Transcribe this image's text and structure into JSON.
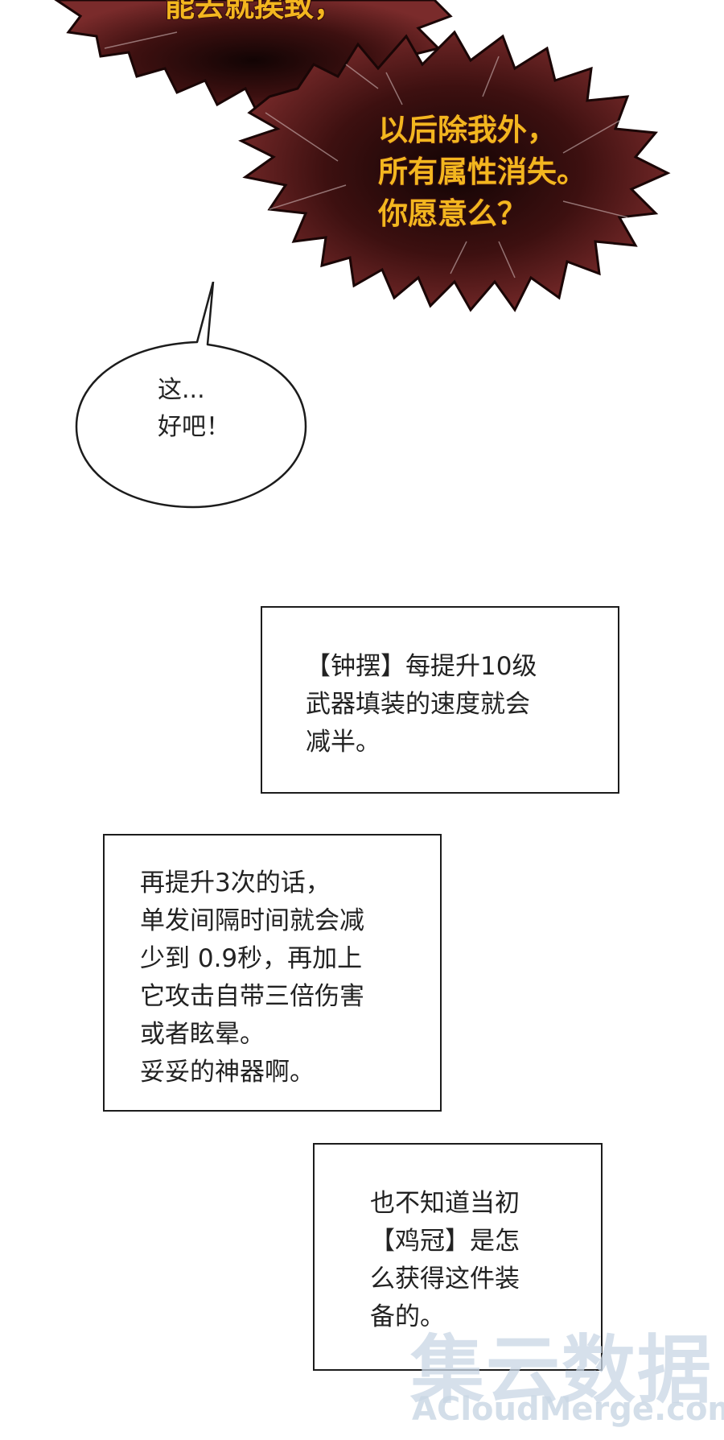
{
  "bursts": {
    "top_line": "能去就挨致，",
    "main_lines": [
      "以后除我外，",
      "所有属性消失。",
      "你愿意么？"
    ]
  },
  "speech": {
    "lines": [
      "这...",
      "好吧！"
    ]
  },
  "narration": [
    {
      "lines": [
        "【钟摆】每提升10级",
        "武器填装的速度就会",
        "减半。"
      ]
    },
    {
      "lines": [
        "再提升3次的话，",
        "单发间隔时间就会减",
        "少到 0.9秒，再加上",
        "它攻击自带三倍伤害",
        "或者眩晕。",
        "妥妥的神器啊。"
      ]
    },
    {
      "lines": [
        "也不知道当初",
        "【鸡冠】是怎",
        "么获得这件装",
        "备的。"
      ]
    }
  ],
  "watermark": {
    "cn": "集云数据",
    "en": "ACloudMerge.com"
  },
  "colors": {
    "burst_fill": "#7a2b2b",
    "burst_dark": "#1a0606",
    "burst_text": "#f3b61f",
    "ink": "#1c1c1c",
    "watermark": "#c8d6e4"
  }
}
